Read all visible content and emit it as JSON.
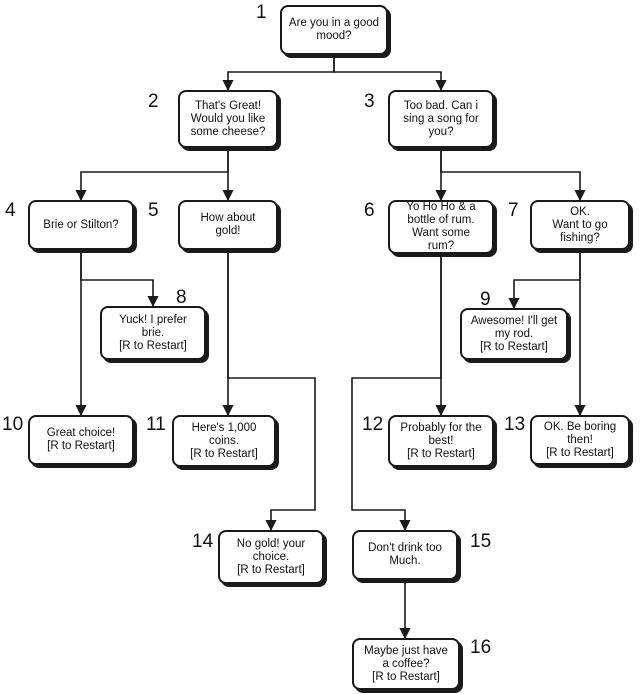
{
  "nodes": [
    {
      "id": "n1",
      "number": "1",
      "text": "Are you in a good\nmood?"
    },
    {
      "id": "n2",
      "number": "2",
      "text": "That's Great!\nWould you like\nsome cheese?"
    },
    {
      "id": "n3",
      "number": "3",
      "text": "Too bad. Can i\nsing a song  for\nyou?"
    },
    {
      "id": "n4",
      "number": "4",
      "text": "Brie or Stilton?"
    },
    {
      "id": "n5",
      "number": "5",
      "text": "How about\ngold!"
    },
    {
      "id": "n6",
      "number": "6",
      "text": "Yo Ho Ho & a\nbottle of rum.\nWant some\nrum?"
    },
    {
      "id": "n7",
      "number": "7",
      "text": "OK.\nWant to go\nfishing?"
    },
    {
      "id": "n8",
      "number": "8",
      "text": "Yuck! I prefer\nbrie.\n[R to Restart]"
    },
    {
      "id": "n9",
      "number": "9",
      "text": "Awesome! I'll get\nmy rod.\n[R to Restart]"
    },
    {
      "id": "n10",
      "number": "10",
      "text": "Great choice!\n[R to Restart]"
    },
    {
      "id": "n11",
      "number": "11",
      "text": "Here's 1,000\ncoins.\n[R to Restart]"
    },
    {
      "id": "n12",
      "number": "12",
      "text": "Probably for the\nbest!\n[R to Restart]"
    },
    {
      "id": "n13",
      "number": "13",
      "text": "OK. Be boring\nthen!\n[R to Restart]"
    },
    {
      "id": "n14",
      "number": "14",
      "text": "No gold! your\nchoice.\n[R to Restart]"
    },
    {
      "id": "n15",
      "number": "15",
      "text": "Don't drink too\nMuch."
    },
    {
      "id": "n16",
      "number": "16",
      "text": "Maybe just have\na coffee?\n[R to Restart]"
    }
  ],
  "edges": [
    {
      "from": "n1",
      "to": "n2"
    },
    {
      "from": "n1",
      "to": "n3"
    },
    {
      "from": "n2",
      "to": "n4"
    },
    {
      "from": "n2",
      "to": "n5"
    },
    {
      "from": "n3",
      "to": "n6"
    },
    {
      "from": "n3",
      "to": "n7"
    },
    {
      "from": "n4",
      "to": "n8"
    },
    {
      "from": "n4",
      "to": "n10"
    },
    {
      "from": "n5",
      "to": "n11"
    },
    {
      "from": "n5",
      "to": "n14"
    },
    {
      "from": "n6",
      "to": "n12"
    },
    {
      "from": "n6",
      "to": "n15"
    },
    {
      "from": "n7",
      "to": "n9"
    },
    {
      "from": "n7",
      "to": "n13"
    },
    {
      "from": "n15",
      "to": "n16"
    }
  ],
  "colors": {
    "stroke": "#1a1a1a",
    "fill": "#ffffff",
    "text": "#111111"
  }
}
